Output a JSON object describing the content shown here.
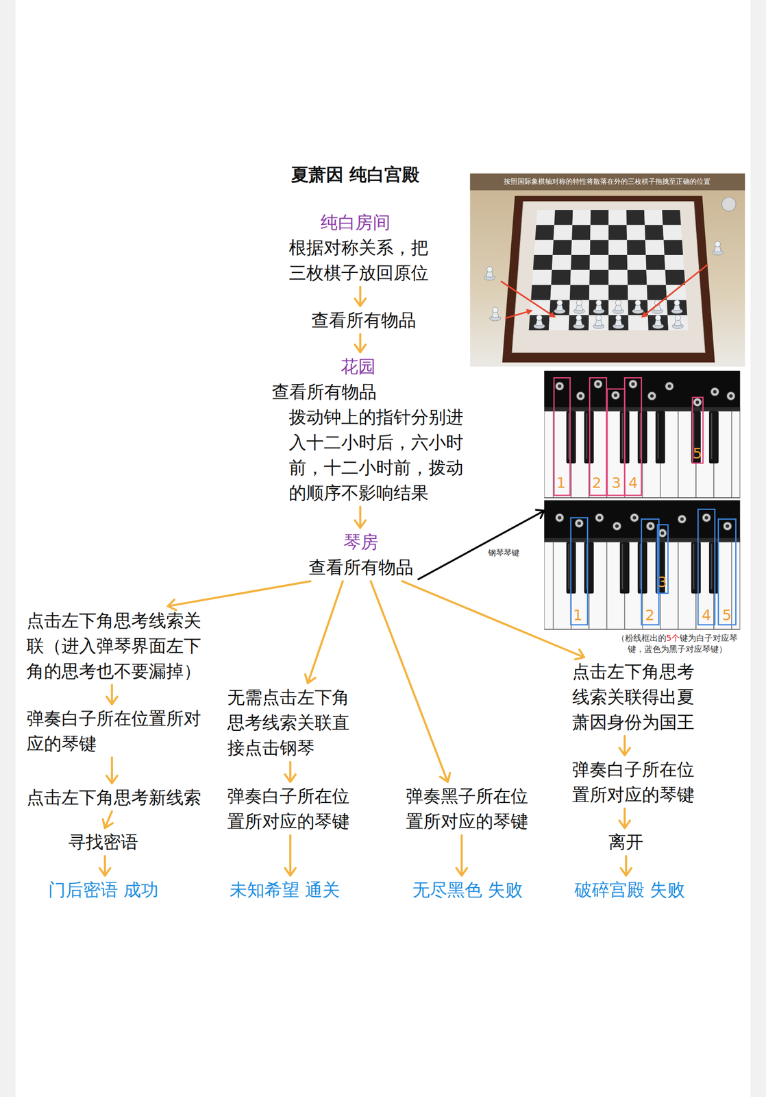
{
  "diagram": {
    "title": "夏萧因 纯白宫殿",
    "nodes": [
      {
        "text": [
          "纯白房间",
          "根据对称关系，把 三枚棋子放回原位"
        ]
      },
      {
        "text": [
          "查看所有物品"
        ]
      },
      {
        "text": [
          "花园",
          "查看所有物品",
          "拨动钟上的指针分别进 入十二小时后，六小时 前，十二小时前，拨动 的顺序不影响结果"
        ]
      },
      {
        "text": [
          "琴房",
          "查看所有物品"
        ]
      },
      {
        "text": [
          "点击左下角思考线索关 联（进入弹琴界面左下 角的思考也不要漏掉）"
        ]
      },
      {
        "text": [
          "弹奏白子所在位置所对 应的琴键"
        ]
      },
      {
        "text": [
          "点击左下角思考新线索"
        ]
      },
      {
        "text": [
          "寻找密语"
        ]
      },
      {
        "text": [
          "门后密语 成功"
        ]
      },
      {
        "text": [
          "无需点击左下角 思考线索关联直 接点击钢琴"
        ]
      },
      {
        "text": [
          "弹奏白子所在位 置所对应的琴键"
        ]
      },
      {
        "text": [
          "未知希望 通关"
        ]
      },
      {
        "text": [
          "弹奏黑子所在位 置所对应的琴键"
        ]
      },
      {
        "text": [
          "无尽黑色 失败"
        ]
      },
      {
        "text": [
          "点击左下角思考 线索关联得出夏 萧因身份为国王"
        ]
      },
      {
        "text": [
          "弹奏白子所在位 置所对应的琴键"
        ]
      },
      {
        "text": [
          "离开"
        ]
      },
      {
        "text": [
          "破碎宫殿 失败"
        ]
      }
    ],
    "edges": [
      {
        "from": 0,
        "to": 1,
        "arrow": "to"
      },
      {
        "from": 1,
        "to": 2,
        "arrow": "to"
      },
      {
        "from": 2,
        "to": 3,
        "arrow": "to"
      },
      {
        "from": 3,
        "to": 4,
        "arrow": "to"
      },
      {
        "from": 3,
        "to": 9,
        "arrow": "to"
      },
      {
        "from": 3,
        "to": 12,
        "arrow": "to"
      },
      {
        "from": 3,
        "to": 14,
        "arrow": "to"
      },
      {
        "from": 4,
        "to": 5,
        "arrow": "to"
      },
      {
        "from": 5,
        "to": 6,
        "arrow": "to"
      },
      {
        "from": 6,
        "to": 7,
        "arrow": "to"
      },
      {
        "from": 7,
        "to": 8,
        "arrow": "to"
      },
      {
        "from": 9,
        "to": 10,
        "arrow": "to"
      },
      {
        "from": 10,
        "to": 11,
        "arrow": "to"
      },
      {
        "from": 12,
        "to": 13,
        "arrow": "to"
      },
      {
        "from": 14,
        "to": 15,
        "arrow": "to"
      },
      {
        "from": 15,
        "to": 16,
        "arrow": "to"
      },
      {
        "from": 16,
        "to": 17,
        "arrow": "to"
      }
    ],
    "labels": [
      "按照国际象棋轴对称的特性将散落在外的三枚棋子拖拽至正确的位置",
      "1",
      "2",
      "3",
      "4",
      "5",
      "1",
      "2",
      "3",
      "4",
      "5",
      "钢琴琴键",
      "（粉线框出的",
      "5个",
      "键为白子对应琴键，蓝色为黑子对应琴键）"
    ]
  }
}
